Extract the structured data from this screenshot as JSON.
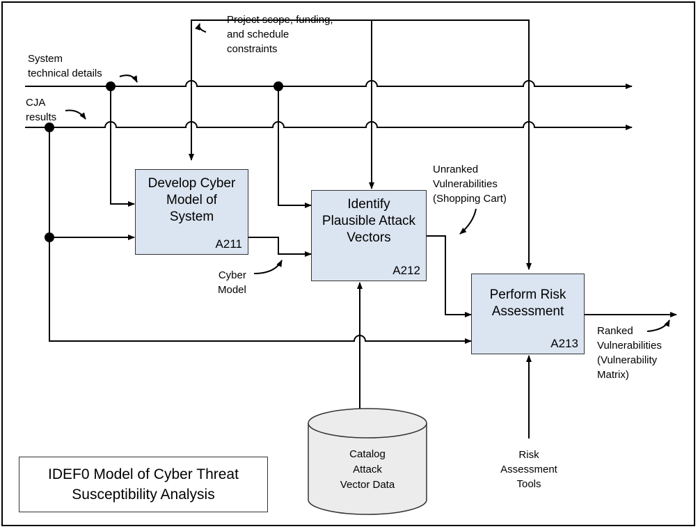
{
  "boxes": {
    "a211": {
      "title": "Develop Cyber\nModel of\nSystem",
      "code": "A211"
    },
    "a212": {
      "title": "Identify\nPlausible Attack\nVectors",
      "code": "A212"
    },
    "a213": {
      "title": "Perform Risk\nAssessment",
      "code": "A213"
    }
  },
  "inputs": {
    "system_technical_details": "System\ntechnical details",
    "cja_results": "CJA\nresults"
  },
  "controls": {
    "project_constraints": "Project scope, funding,\nand schedule\nconstraints"
  },
  "flows": {
    "cyber_model": "Cyber\nModel",
    "unranked": "Unranked\nVulnerabilities\n(Shopping Cart)",
    "ranked": "Ranked\nVulnerabilities\n(Vulnerability\nMatrix)"
  },
  "mechanisms": {
    "catalog": "Catalog\nAttack\nVector Data",
    "risk_tools": "Risk\nAssessment\nTools"
  },
  "legend": "IDEF0  Model of Cyber Threat\nSusceptibility Analysis",
  "colors": {
    "box_fill": "#dbe5f1",
    "line": "#000000"
  }
}
